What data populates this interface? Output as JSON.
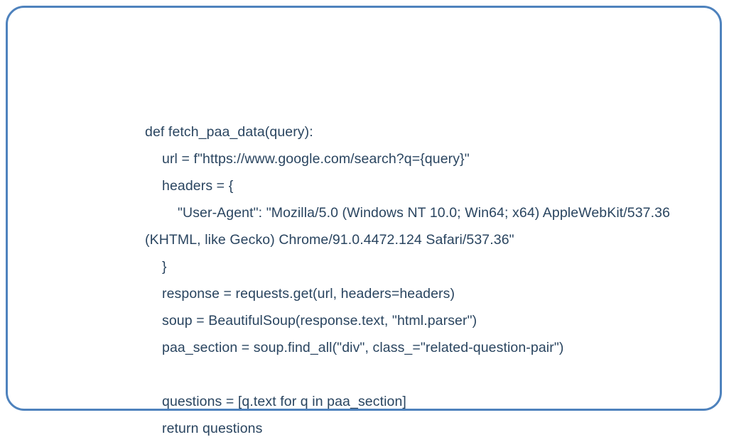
{
  "card": {
    "border_color": "#4e82bd",
    "background_color": "#ffffff",
    "text_color": "#2a4560"
  },
  "code": {
    "language": "python",
    "lines": [
      {
        "indent": 0,
        "text": "def fetch_paa_data(query):"
      },
      {
        "indent": 1,
        "text": "url = f\"https://www.google.com/search?q={query}\""
      },
      {
        "indent": 1,
        "text": "headers = {"
      },
      {
        "indent": 2,
        "text": "\"User-Agent\": \"Mozilla/5.0 (Windows NT 10.0; Win64; x64) AppleWebKit/537.36 (KHTML, like Gecko) Chrome/91.0.4472.124 Safari/537.36\""
      },
      {
        "indent": 1,
        "text": "}"
      },
      {
        "indent": 1,
        "text": "response = requests.get(url, headers=headers)"
      },
      {
        "indent": 1,
        "text": "soup = BeautifulSoup(response.text, \"html.parser\")"
      },
      {
        "indent": 1,
        "text": "paa_section = soup.find_all(\"div\", class_=\"related-question-pair\")"
      },
      {
        "indent": 1,
        "text": ""
      },
      {
        "indent": 1,
        "text": "questions = [q.text for q in paa_section]"
      },
      {
        "indent": 1,
        "text": "return questions"
      }
    ]
  }
}
